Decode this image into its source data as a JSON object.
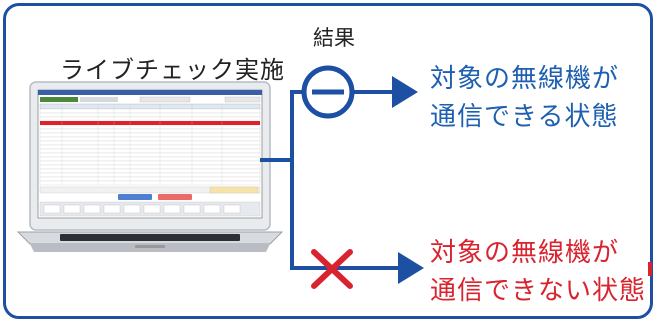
{
  "diagram": {
    "source_label": "ライブチェック実施",
    "result_label": "結果",
    "outcomes": [
      {
        "kind": "ok",
        "symbol": "minus-circle",
        "line1": "対象の無線機が",
        "line2": "通信できる状態",
        "color": "#1d5fb0"
      },
      {
        "kind": "ng",
        "symbol": "red-cross",
        "line1": "対象の無線機が",
        "line2": "通信できない状態",
        "color": "#d9232e"
      }
    ],
    "colors": {
      "frame": "#1d4fa3",
      "connector": "#1d4fa3",
      "ng": "#d9232e",
      "highlight_row": "#e0202a"
    }
  }
}
